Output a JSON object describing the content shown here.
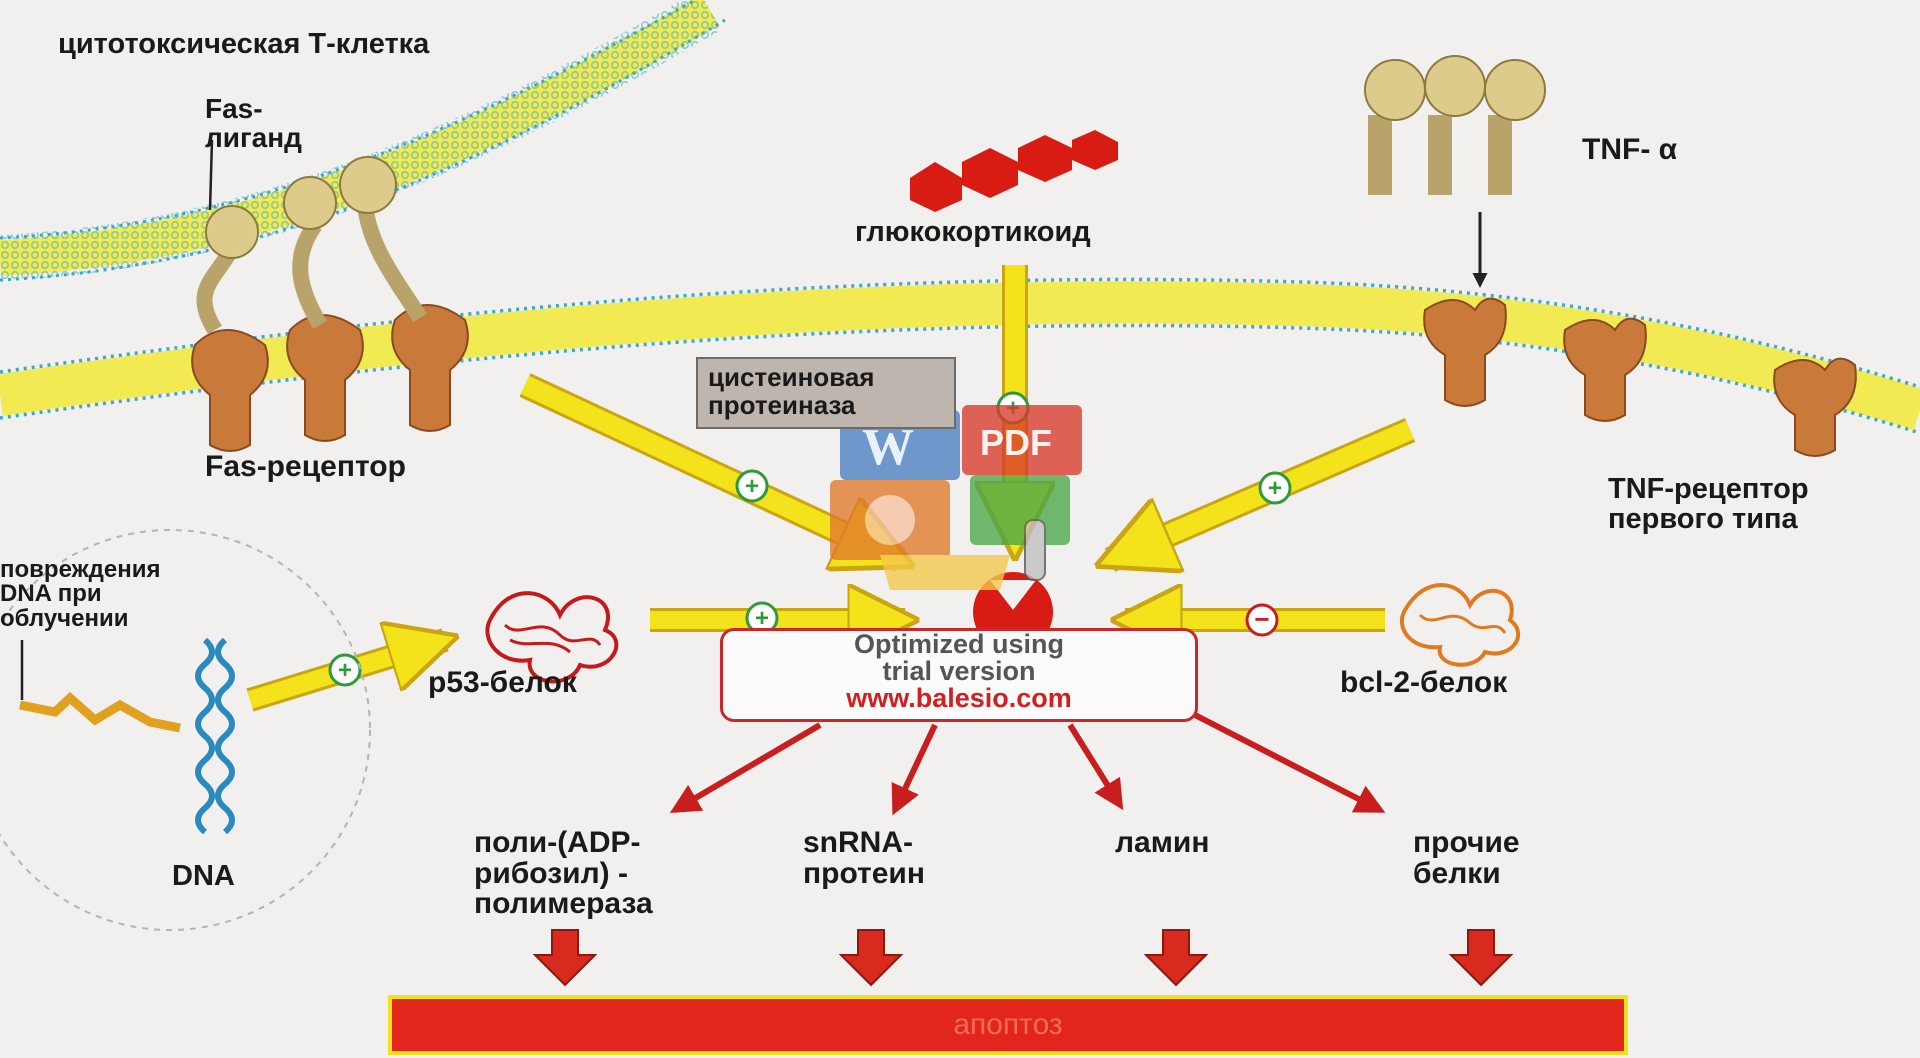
{
  "labels": {
    "ctl": "цитотоксическая Т-клетка",
    "fas_ligand": "Fas-\nлиганд",
    "fas_receptor": "Fas-рецептор",
    "glucocorticoid": "глюкокортикоид",
    "tnf_alpha": "TNF- α",
    "tnf_receptor": "TNF-рецептор\nпервого типа",
    "cysteine_protease": "цистеиновая\nпротеиназа",
    "dna_damage": "повреждения\nDNA при\nоблучении",
    "dna": "DNA",
    "p53": "p53-белок",
    "bcl2": "bcl-2-белок",
    "target_parp": "поли-(ADP-\nрибозил) -\nполимераза",
    "target_snrna": "snRNA-\nпротеин",
    "target_lamin": "ламин",
    "target_other": "прочие\nбелки",
    "apoptosis": "апоптоз"
  },
  "watermark": {
    "line1": "Optimized using",
    "line2": "trial version",
    "url": "www.balesio.com",
    "pdf_icon": "PDF",
    "word_icon": "W"
  },
  "signs": {
    "plus": "+",
    "minus": "−"
  },
  "colors": {
    "background": "#f1f0ee",
    "membrane_yellow": "#f2ea52",
    "membrane_beads": "#3aa8c8",
    "ligand_beige": "#dccb8a",
    "receptor_orange": "#c97a3a",
    "arrow_yellow": "#f4e21a",
    "arrow_red": "#c81e1e",
    "enzyme_red": "#d81c14",
    "plus_green": "#2e9a3a",
    "apoptosis_bar": "#e2261c"
  }
}
